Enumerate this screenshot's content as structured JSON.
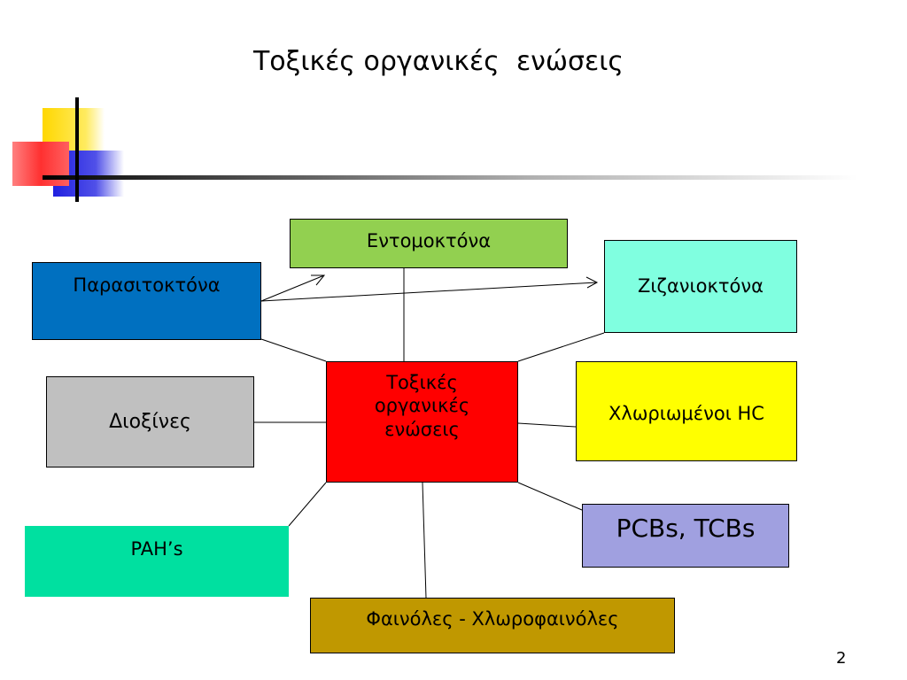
{
  "slide": {
    "title": "Τοξικές οργανικές  ενώσεις",
    "page_number": "2"
  },
  "diagram": {
    "center": {
      "label": "Τοξικές\nοργανικές\nενώσεις",
      "color": "#FF0000"
    },
    "nodes": {
      "entomoktona": {
        "label": "Εντομοκτόνα",
        "color": "#92D050"
      },
      "parasitoktona": {
        "label": "Παρασιτοκτόνα",
        "color": "#0070C0"
      },
      "zizanioktona": {
        "label": "Ζιζανιοκτόνα",
        "color": "#80FFE0"
      },
      "dioxines": {
        "label": "Διοξίνες",
        "color": "#C0C0C0"
      },
      "chloriomenoi": {
        "label": "Χλωριωμένοι HC",
        "color": "#FFFF00"
      },
      "pahs": {
        "label": "PAH’s",
        "color": "#00E0A0"
      },
      "pcbs": {
        "label": "PCBs, TCBs",
        "color": "#A0A0E0"
      },
      "fainoles": {
        "label": "Φαινόλες - Χλωροφαινόλες",
        "color": "#C09800"
      }
    }
  }
}
